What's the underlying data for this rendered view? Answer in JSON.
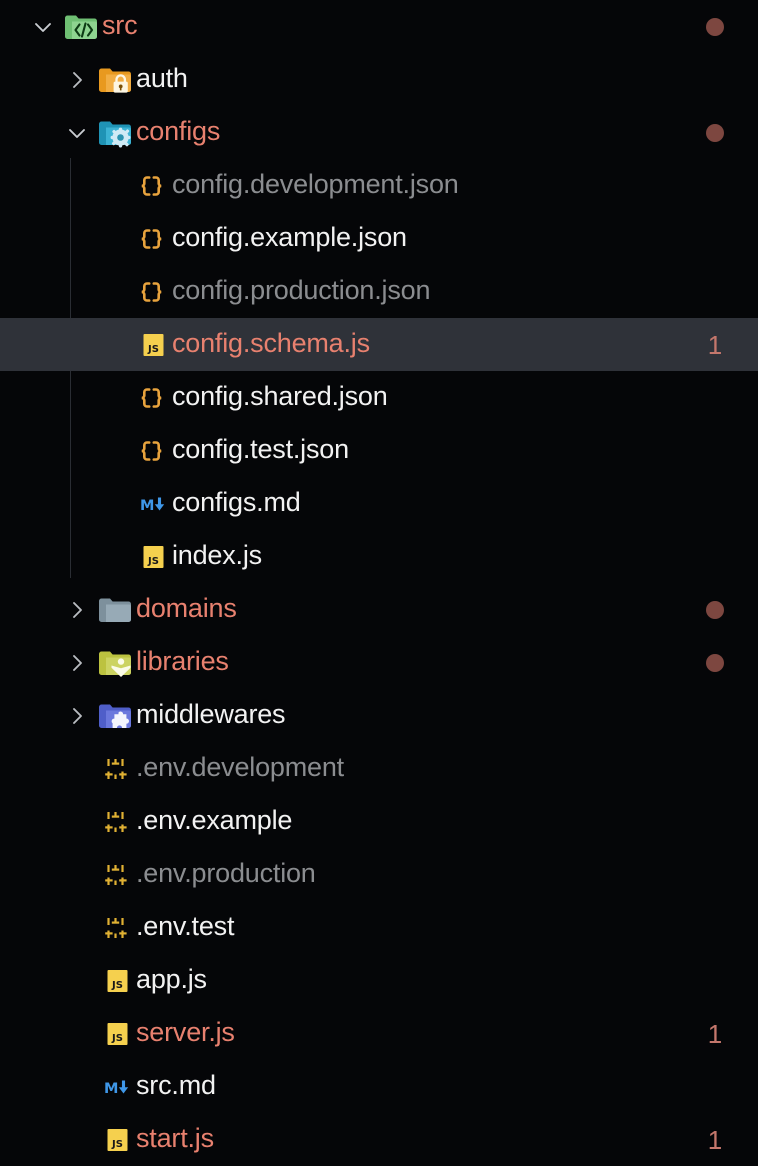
{
  "theme": {
    "background": "#050608",
    "selected_row_background": "#2f3239",
    "modified_text": "#e8816f",
    "normal_text": "#f2f2f2",
    "ignored_text": "#8b8d90",
    "badge_text": "#c4776c",
    "dot_color": "#7d4740",
    "indent_guide": "#2a2d33"
  },
  "explorer": {
    "rows": [
      {
        "label": "src",
        "indent": 0,
        "twisty": "chevron-down-icon",
        "icon": "folder-src-code-icon",
        "state": "modified",
        "badge": "",
        "dot": true,
        "selected": false
      },
      {
        "label": "auth",
        "indent": 1,
        "twisty": "chevron-right-icon",
        "icon": "folder-auth-lock-icon",
        "state": "normal",
        "badge": "",
        "dot": false,
        "selected": false
      },
      {
        "label": "configs",
        "indent": 1,
        "twisty": "chevron-down-icon",
        "icon": "folder-config-gear-icon",
        "state": "modified",
        "badge": "",
        "dot": true,
        "selected": false
      },
      {
        "label": "config.development.json",
        "indent": 2,
        "twisty": "none",
        "icon": "json-braces-icon",
        "state": "ignored",
        "badge": "",
        "dot": false,
        "selected": false
      },
      {
        "label": "config.example.json",
        "indent": 2,
        "twisty": "none",
        "icon": "json-braces-icon",
        "state": "normal",
        "badge": "",
        "dot": false,
        "selected": false
      },
      {
        "label": "config.production.json",
        "indent": 2,
        "twisty": "none",
        "icon": "json-braces-icon",
        "state": "ignored",
        "badge": "",
        "dot": false,
        "selected": false
      },
      {
        "label": "config.schema.js",
        "indent": 2,
        "twisty": "none",
        "icon": "javascript-js-icon",
        "state": "modified",
        "badge": "1",
        "dot": false,
        "selected": true
      },
      {
        "label": "config.shared.json",
        "indent": 2,
        "twisty": "none",
        "icon": "json-braces-icon",
        "state": "normal",
        "badge": "",
        "dot": false,
        "selected": false
      },
      {
        "label": "config.test.json",
        "indent": 2,
        "twisty": "none",
        "icon": "json-braces-icon",
        "state": "normal",
        "badge": "",
        "dot": false,
        "selected": false
      },
      {
        "label": "configs.md",
        "indent": 2,
        "twisty": "none",
        "icon": "markdown-md-icon",
        "state": "normal",
        "badge": "",
        "dot": false,
        "selected": false
      },
      {
        "label": "index.js",
        "indent": 2,
        "twisty": "none",
        "icon": "javascript-js-icon",
        "state": "normal",
        "badge": "",
        "dot": false,
        "selected": false
      },
      {
        "label": "domains",
        "indent": 1,
        "twisty": "chevron-right-icon",
        "icon": "folder-plain-icon",
        "state": "modified",
        "badge": "",
        "dot": true,
        "selected": false
      },
      {
        "label": "libraries",
        "indent": 1,
        "twisty": "chevron-right-icon",
        "icon": "folder-library-icon",
        "state": "modified",
        "badge": "",
        "dot": true,
        "selected": false
      },
      {
        "label": "middlewares",
        "indent": 1,
        "twisty": "chevron-right-icon",
        "icon": "folder-middleware-icon",
        "state": "normal",
        "badge": "",
        "dot": false,
        "selected": false
      },
      {
        "label": ".env.development",
        "indent": 1,
        "twisty": "none",
        "icon": "tune-sliders-icon",
        "state": "ignored",
        "badge": "",
        "dot": false,
        "selected": false
      },
      {
        "label": ".env.example",
        "indent": 1,
        "twisty": "none",
        "icon": "tune-sliders-icon",
        "state": "normal",
        "badge": "",
        "dot": false,
        "selected": false
      },
      {
        "label": ".env.production",
        "indent": 1,
        "twisty": "none",
        "icon": "tune-sliders-icon",
        "state": "ignored",
        "badge": "",
        "dot": false,
        "selected": false
      },
      {
        "label": ".env.test",
        "indent": 1,
        "twisty": "none",
        "icon": "tune-sliders-icon",
        "state": "normal",
        "badge": "",
        "dot": false,
        "selected": false
      },
      {
        "label": "app.js",
        "indent": 1,
        "twisty": "none",
        "icon": "javascript-js-icon",
        "state": "normal",
        "badge": "",
        "dot": false,
        "selected": false
      },
      {
        "label": "server.js",
        "indent": 1,
        "twisty": "none",
        "icon": "javascript-js-icon",
        "state": "modified",
        "badge": "1",
        "dot": false,
        "selected": false
      },
      {
        "label": "src.md",
        "indent": 1,
        "twisty": "none",
        "icon": "markdown-md-icon",
        "state": "normal",
        "badge": "",
        "dot": false,
        "selected": false
      },
      {
        "label": "start.js",
        "indent": 1,
        "twisty": "none",
        "icon": "javascript-js-icon",
        "state": "modified",
        "badge": "1",
        "dot": false,
        "selected": false
      }
    ]
  }
}
